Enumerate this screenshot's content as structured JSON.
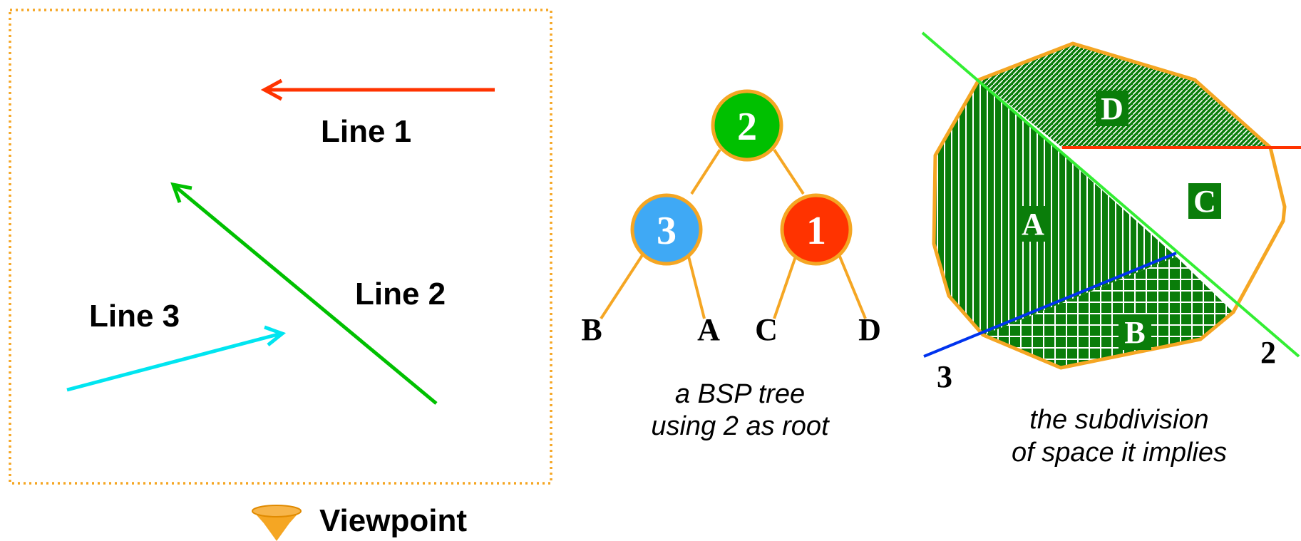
{
  "scene": {
    "line1_label": "Line 1",
    "line2_label": "Line 2",
    "line3_label": "Line 3",
    "viewpoint_label": "Viewpoint"
  },
  "tree": {
    "root": "2",
    "left_child": "3",
    "right_child": "1",
    "leaves": [
      "B",
      "A",
      "C",
      "D"
    ],
    "caption_line1": "a BSP tree",
    "caption_line2": "using 2 as root"
  },
  "subdivision": {
    "regions": [
      "D",
      "C",
      "A",
      "B"
    ],
    "line_label_3": "3",
    "line_label_2": "2",
    "caption_line1": "the subdivision",
    "caption_line2": "of space it implies"
  },
  "colors": {
    "orange": "#f5a623",
    "line1_red": "#ff3300",
    "line2_green": "#00c000",
    "line3_cyan": "#00e5f0",
    "node_green": "#00c000",
    "node_blue": "#3fa9f5",
    "node_red": "#ff3300",
    "region_green": "#0a7d0a",
    "bright_green_line": "#33ee33",
    "blue_line": "#0033ee"
  }
}
